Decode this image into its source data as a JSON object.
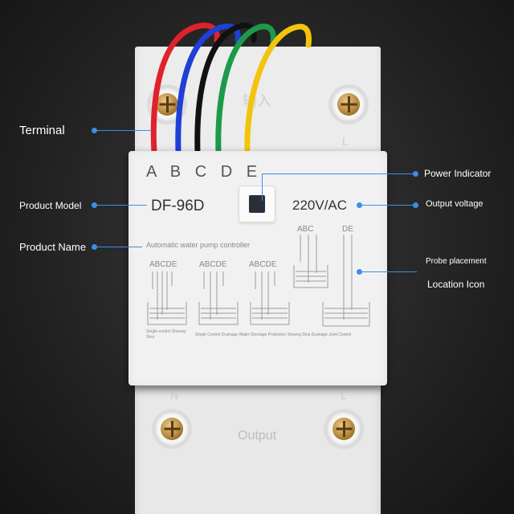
{
  "device": {
    "terminal_letters": "A B C D E",
    "model": "DF-96D",
    "voltage": "220V/AC",
    "name": "Automatic water pump controller",
    "top_marking": "输入",
    "left_marking_bottom": "N",
    "right_marking_bottom": "L",
    "right_marking_top": "L",
    "output": "Output",
    "diagram_labels": [
      "ABCDE",
      "ABCDE",
      "ABCDE",
      "ABC",
      "DE"
    ],
    "caption_1": "Single-control Sheung Shui",
    "caption_2": "Single Control Drainage Water Shortage Protection Sheung Shui Drainage Joint Control"
  },
  "annotations": {
    "terminal": "Terminal",
    "power_indicator": "Power Indicator",
    "product_model": "Product Model",
    "output_voltage": "Output voltage",
    "product_name": "Product Name",
    "probe_placement": "Probe placement",
    "location_icon": "Location Icon"
  },
  "colors": {
    "wire_red": "#e0222a",
    "wire_blue": "#1f3fd6",
    "wire_black": "#111111",
    "wire_green": "#1c9a4a",
    "wire_yellow": "#f2c40c",
    "annotation_blue": "#3a8fe8"
  }
}
